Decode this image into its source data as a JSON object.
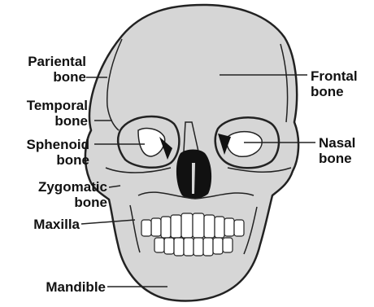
{
  "labels": {
    "parietal": [
      "Pariental",
      "bone"
    ],
    "temporal": [
      "Temporal",
      "bone"
    ],
    "sphenoid": [
      "Sphenoid",
      "bone"
    ],
    "zygomatic": [
      "Zygomatic",
      "bone"
    ],
    "maxilla": "Maxilla",
    "mandible": "Mandible",
    "frontal": [
      "Frontal",
      "bone"
    ],
    "nasal": [
      "Nasal",
      "bone"
    ]
  },
  "colors": {
    "bone": "#d6d6d6",
    "outline": "#222222",
    "dark": "#111111",
    "teeth": "#ffffff"
  }
}
